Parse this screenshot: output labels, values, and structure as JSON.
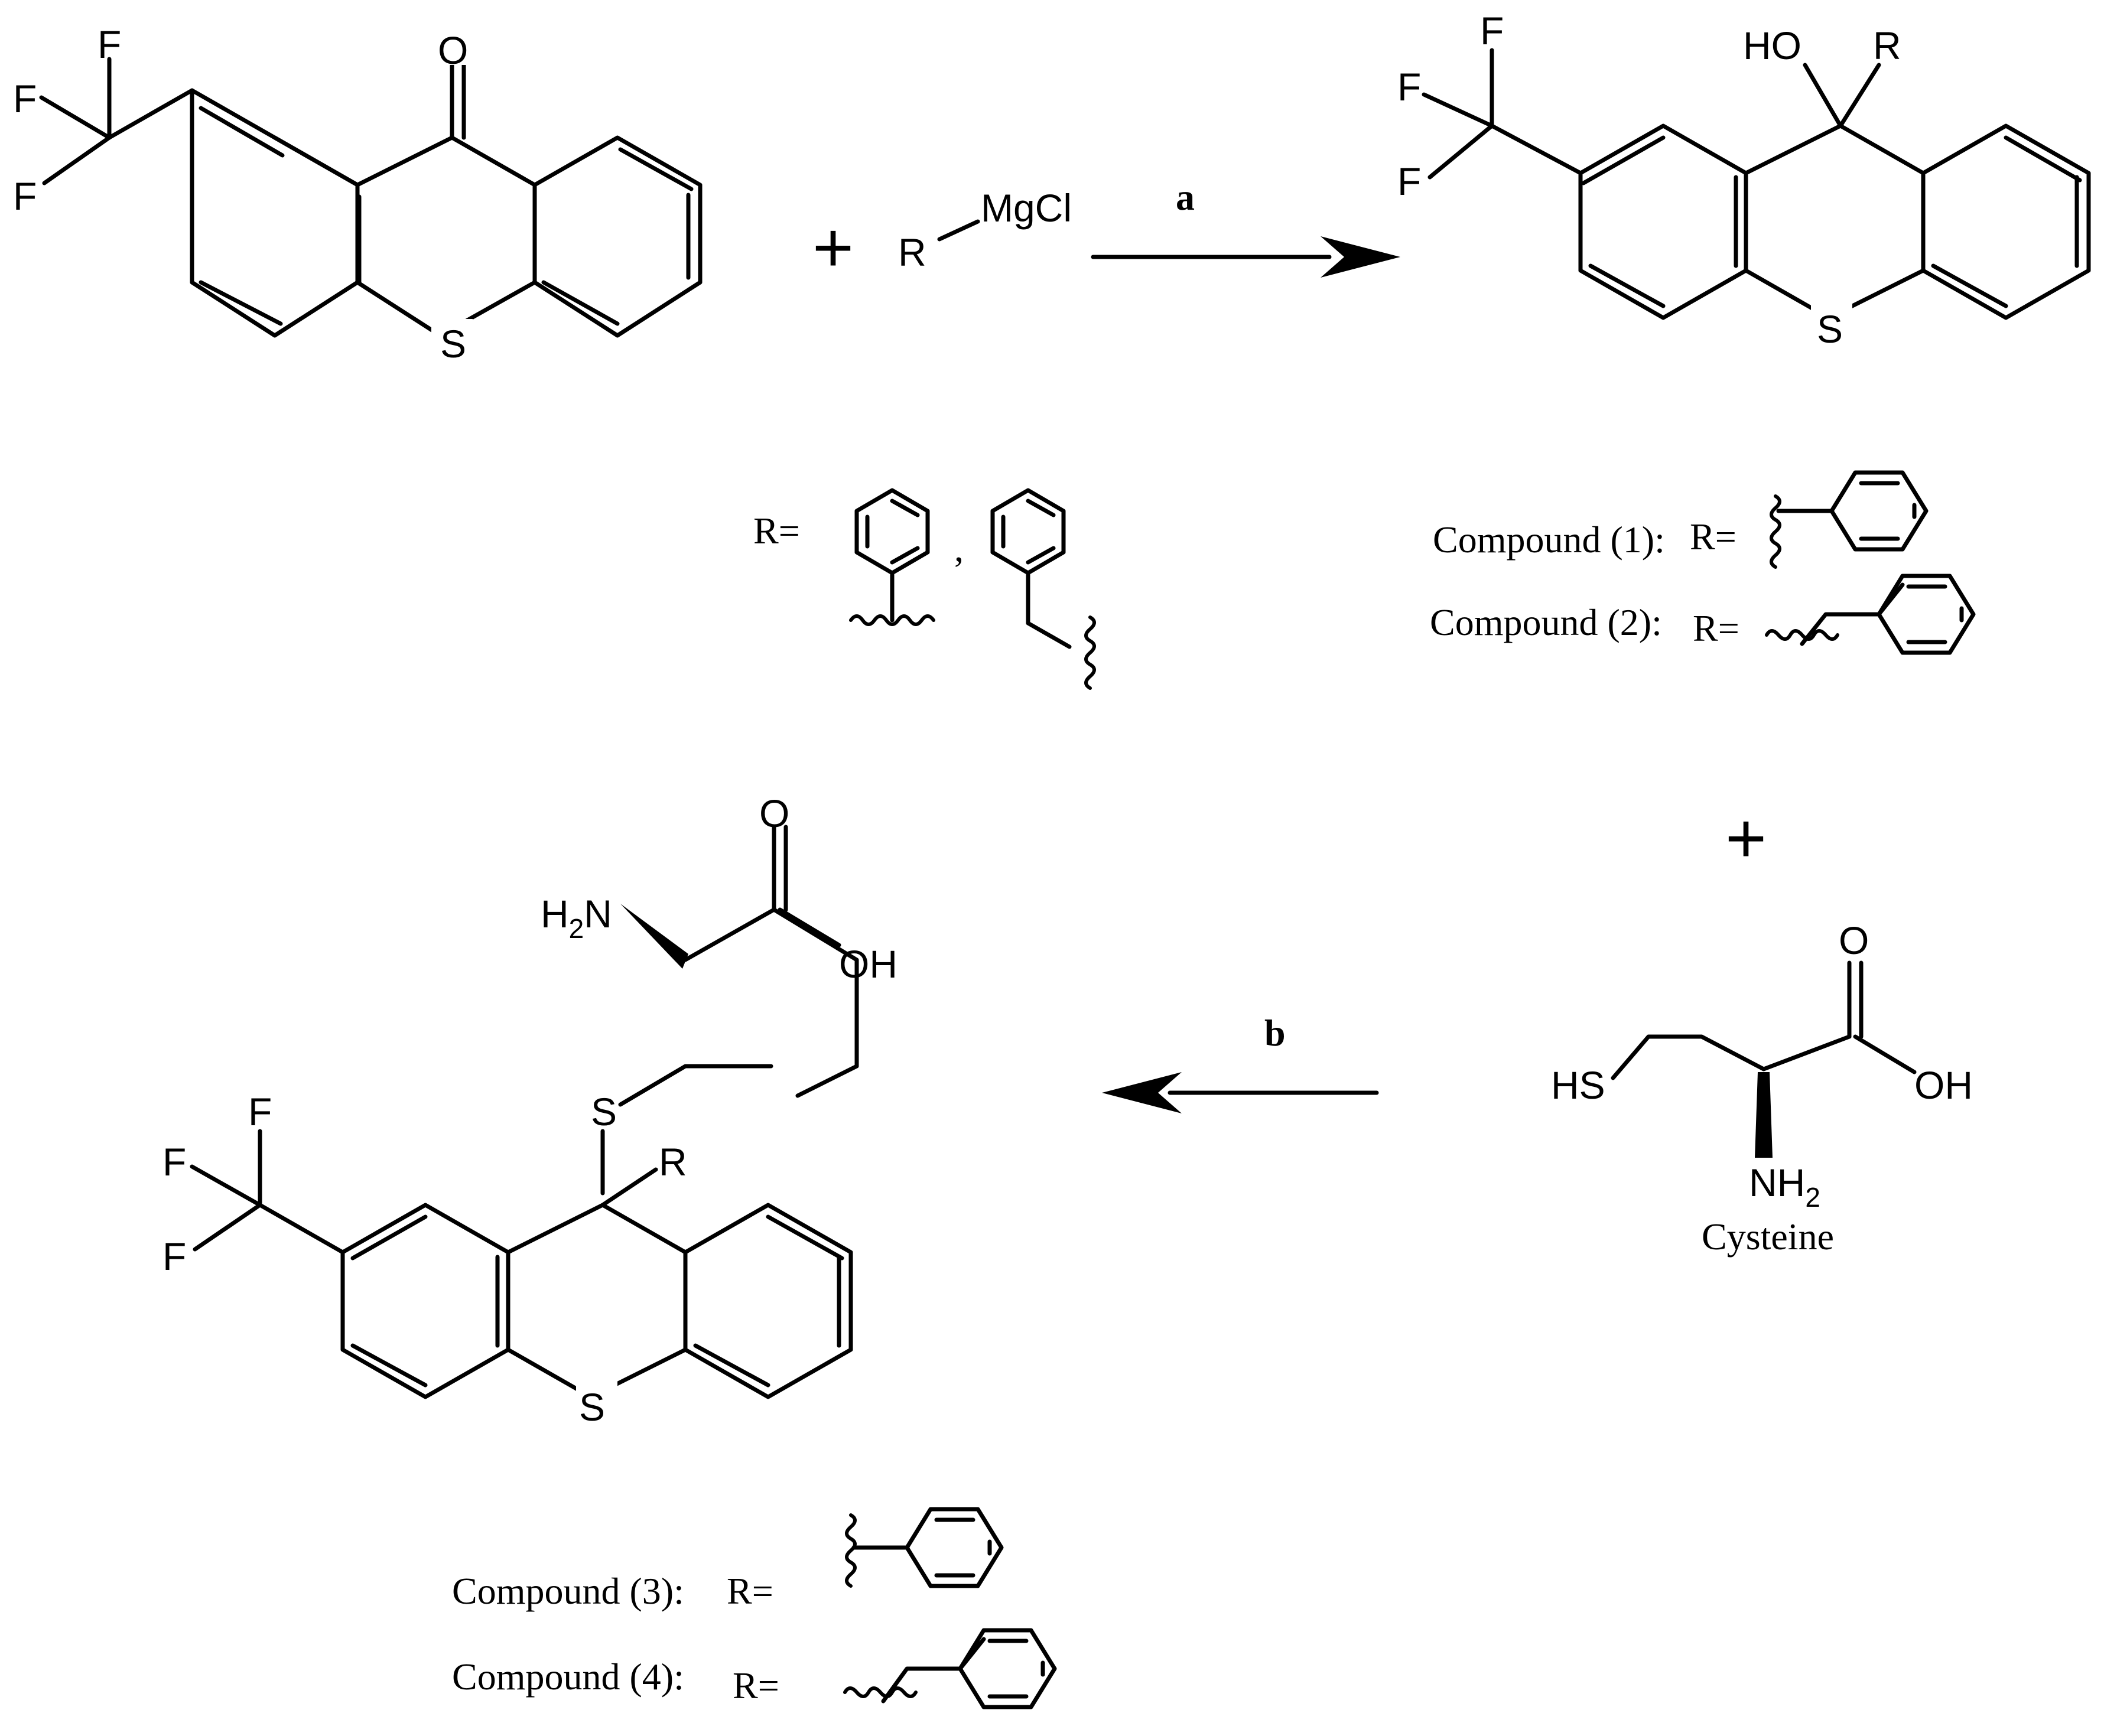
{
  "atoms": {
    "F": "F",
    "O": "O",
    "S": "S",
    "R": "R",
    "MgCl": "MgCl",
    "HO": "HO",
    "OH": "OH",
    "HS": "HS",
    "H2N": "H",
    "H2N_sub": "2",
    "H2N_N": "N",
    "NH2": "NH",
    "NH2_sub": "2"
  },
  "plus_sign": "+",
  "comma": ",",
  "steps": {
    "a": "a",
    "b": "b"
  },
  "r_def": "R=",
  "compounds": [
    {
      "label": "Compound (1):",
      "r": "R="
    },
    {
      "label": "Compound (2):",
      "r": "R="
    },
    {
      "label": "Compound (3):",
      "r": "R="
    },
    {
      "label": "Compound (4):",
      "r": "R="
    }
  ],
  "cysteine_label": "Cysteine"
}
